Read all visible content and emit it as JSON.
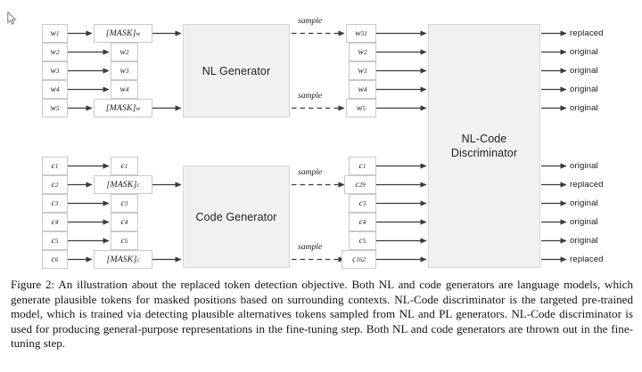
{
  "figure": {
    "nl_section": {
      "input_column": {
        "name": "NL input tokens",
        "tokens": [
          "w1",
          "w2",
          "w3",
          "w4",
          "w5"
        ]
      },
      "masked_column": {
        "name": "NL masked tokens",
        "tokens": [
          "[MASK]w",
          "w2",
          "w3",
          "w4",
          "[MASK]w"
        ],
        "masked_rows": [
          1,
          5
        ]
      },
      "generator": {
        "label": "NL Generator"
      },
      "sample_labels": [
        "sample",
        "sample"
      ],
      "sampled_column": {
        "name": "NL sampled tokens",
        "tokens": [
          "w51",
          "w2",
          "w3",
          "w4",
          "w5"
        ],
        "sampled_rows": [
          1,
          5
        ]
      },
      "outputs": [
        "replaced",
        "original",
        "original",
        "original",
        "original"
      ]
    },
    "code_section": {
      "input_column": {
        "name": "Code input tokens",
        "tokens": [
          "c1",
          "c2",
          "c3",
          "c4",
          "c5",
          "c6"
        ]
      },
      "masked_column": {
        "name": "Code masked tokens",
        "tokens": [
          "c1",
          "[MASK]c",
          "c3",
          "c4",
          "c5",
          "[MASK]c"
        ],
        "masked_rows": [
          2,
          6
        ]
      },
      "generator": {
        "label": "Code Generator"
      },
      "sample_labels": [
        "sample",
        "sample"
      ],
      "sampled_column": {
        "name": "Code sampled tokens",
        "tokens": [
          "c1",
          "c29",
          "c3",
          "c4",
          "c5",
          "c162"
        ],
        "sampled_rows": [
          2,
          6
        ]
      },
      "outputs": [
        "original",
        "replaced",
        "original",
        "original",
        "original",
        "replaced"
      ]
    },
    "discriminator": {
      "label_line1": "NL-Code",
      "label_line2": "Discriminator"
    },
    "colors": {
      "box_fill": "#f1f1f1",
      "box_border": "#d6d6d6",
      "token_border": "#c9c9c9",
      "arrow": "#3a3a3a",
      "text": "#1a1a1a"
    }
  },
  "caption": {
    "text": "Figure 2: An illustration about the replaced token detection objective. Both NL and code generators are language models, which generate plausible tokens for masked positions based on surrounding contexts. NL-Code discriminator is the targeted pre-trained model, which is trained via detecting plausible alternatives tokens sampled from NL and PL generators. NL-Code discriminator is used for producing general-purpose representations in the fine-tuning step. Both NL and code generators are thrown out in the fine-tuning step."
  },
  "cursor": {
    "name": "mouse-pointer"
  }
}
